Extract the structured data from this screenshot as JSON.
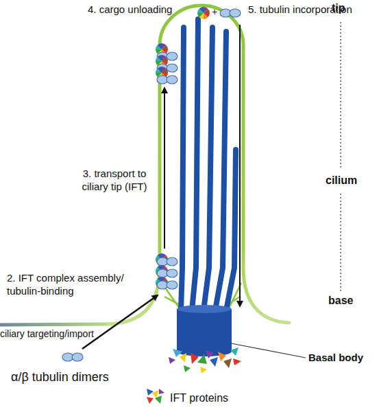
{
  "diagram": {
    "labels": [
      "4. cargo unloading",
      "+",
      "5. tubulin incorporation",
      "tip",
      "3. transport to ciliary tip (IFT)",
      "cilium",
      "2. IFT complex assembly/ tubulin-binding",
      "base",
      "ciliary targeting/import",
      "α/β tubulin dimers",
      "Basal body",
      "IFT proteins"
    ]
  }
}
